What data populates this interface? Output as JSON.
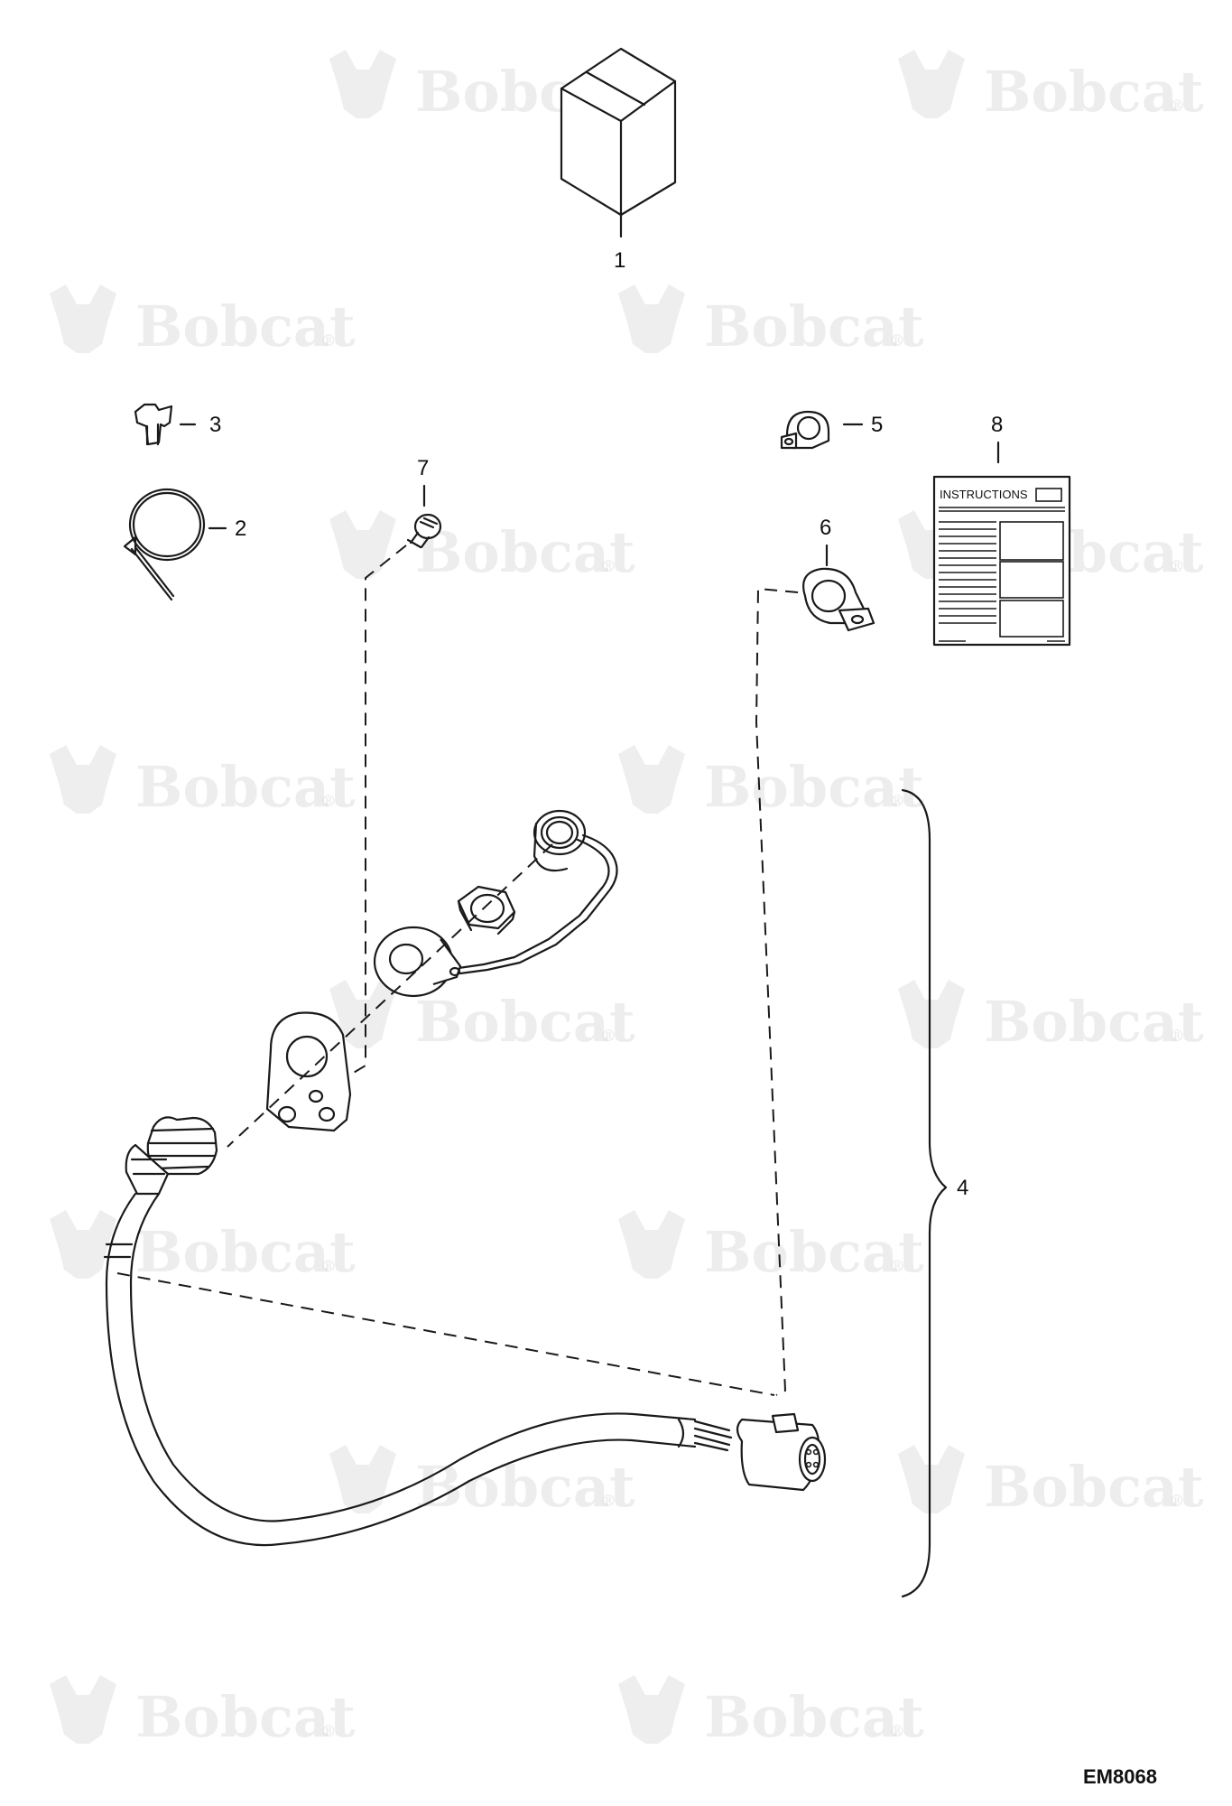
{
  "watermark": {
    "brand": "Bobcat",
    "registered_mark": "®"
  },
  "callouts": {
    "part_1": "1",
    "part_2": "2",
    "part_3": "3",
    "part_4": "4",
    "part_5": "5",
    "part_6": "6",
    "part_7": "7",
    "part_8": "8"
  },
  "instruction_sheet": {
    "title": "INSTRUCTIONS"
  },
  "figure_code": "EM8068",
  "colors": {
    "line": "#1a1a1a",
    "watermark": "#d9d9d9",
    "background": "#ffffff"
  }
}
